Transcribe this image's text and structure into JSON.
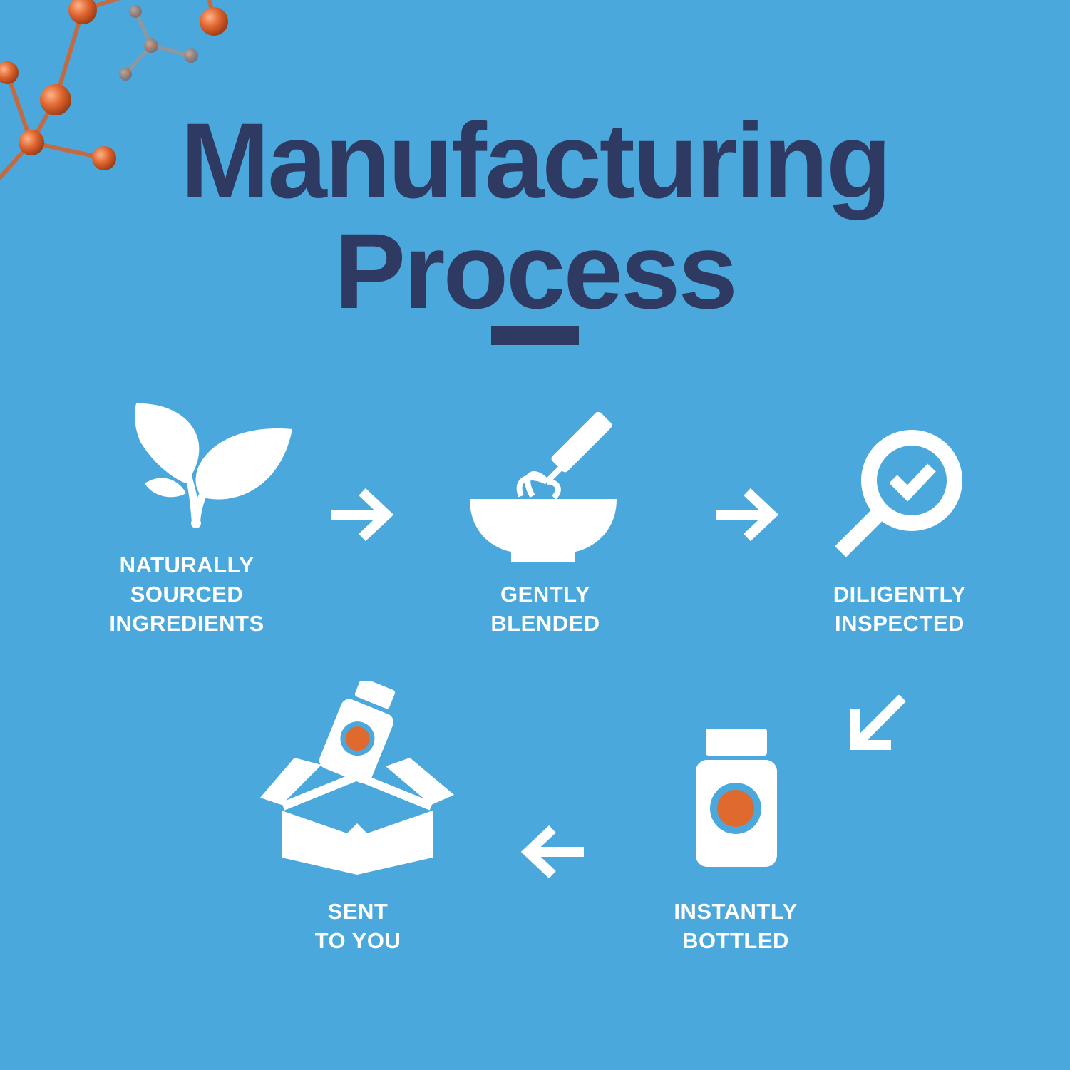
{
  "title": {
    "line1": "Manufacturing",
    "line2": "Process"
  },
  "steps": [
    {
      "icon": "plant-icon",
      "line1": "NATURALLY",
      "line2": "SOURCED",
      "line3": "INGREDIENTS"
    },
    {
      "icon": "mixing-bowl-whisk-icon",
      "line1": "GENTLY",
      "line2": "BLENDED"
    },
    {
      "icon": "magnifier-check-icon",
      "line1": "DILIGENTLY",
      "line2": "INSPECTED"
    },
    {
      "icon": "bottle-icon",
      "line1": "INSTANTLY",
      "line2": "BOTTLED"
    },
    {
      "icon": "box-bottle-icon",
      "line1": "SENT",
      "line2": "TO YOU"
    }
  ],
  "colors": {
    "background": "#4ba8dc",
    "title": "#2f3a63",
    "icons": "#ffffff",
    "accent": "#e06a2e"
  }
}
